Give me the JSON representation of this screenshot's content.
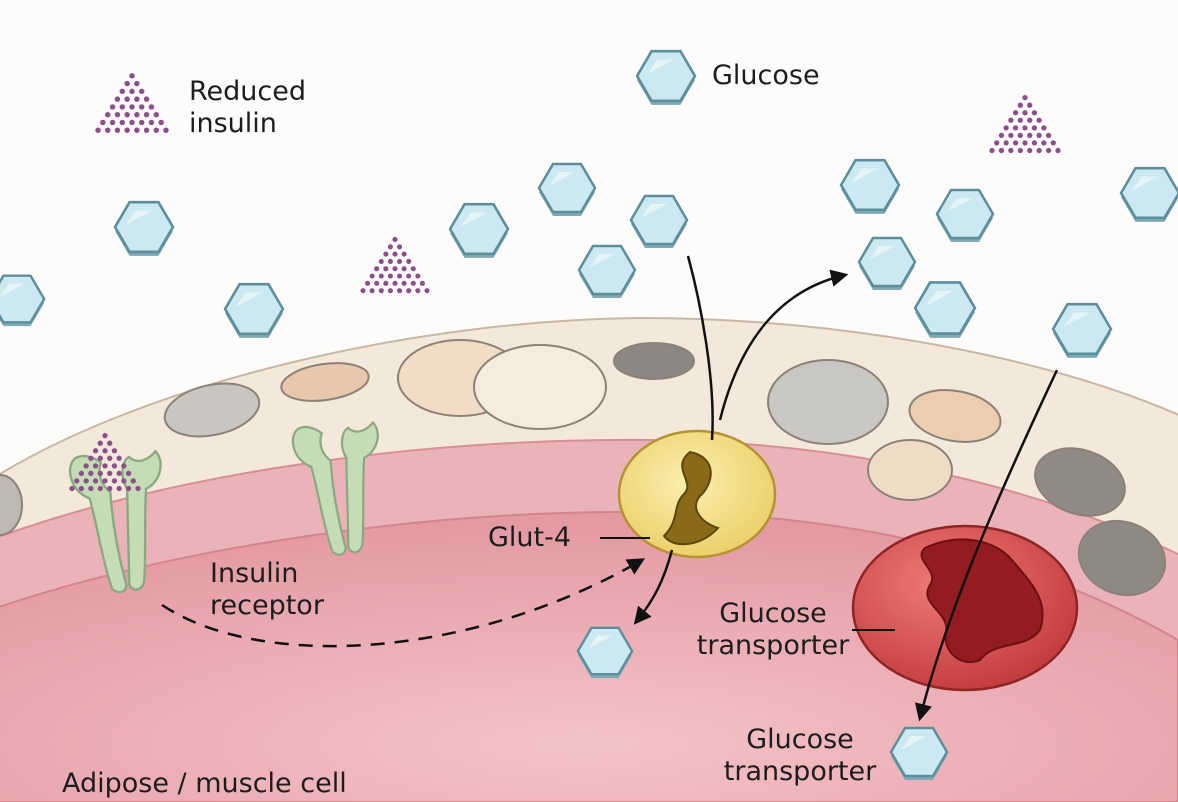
{
  "labels": {
    "reduced_insulin": [
      "Reduced",
      "insulin"
    ],
    "glucose": "Glucose",
    "glut4": "Glut-4",
    "insulin_receptor": [
      "Insulin",
      "receptor"
    ],
    "glucose_transporter_1": [
      "Glucose",
      "transporter"
    ],
    "glucose_transporter_2": [
      "Glucose",
      "transporter"
    ],
    "cell": "Adipose / muscle cell"
  },
  "colors": {
    "background": "#fdfcfa",
    "membrane_outer": "#f3e9dc",
    "membrane_inner": "#eab5b9",
    "cytoplasm": "#e99aa3",
    "glucose_fill": "#c7e6ef",
    "glucose_edge": "#6d9aa8",
    "insulin_dots": "#8a4f8a",
    "receptor": "#c3dcb5",
    "glut4": "#f3dc7a",
    "transporter": "#c9403f"
  },
  "icons": {
    "glucose": "hexagon",
    "insulin": "dotted-triangle",
    "receptor": "y-shaped-receptor",
    "glut4": "glut4-channel",
    "transporter": "glucose-transporter"
  }
}
